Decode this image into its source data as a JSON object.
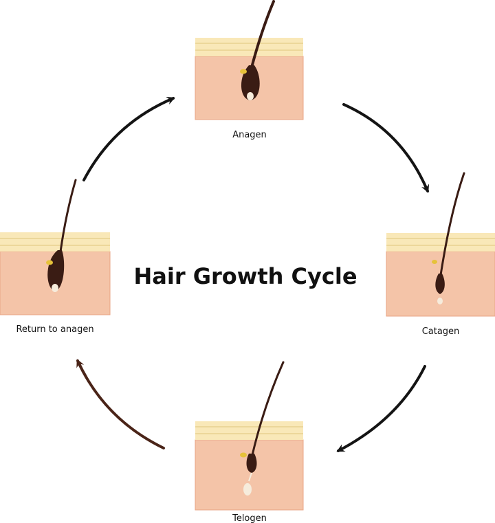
{
  "title": "Hair Growth Cycle",
  "stages": [
    {
      "id": "anagen",
      "label": "Anagen"
    },
    {
      "id": "catagen",
      "label": "Catagen"
    },
    {
      "id": "telogen",
      "label": "Telogen"
    },
    {
      "id": "return",
      "label": "Return to anagen"
    }
  ],
  "colors": {
    "skin": "#f4c4a8",
    "skin_border": "#e9a585",
    "epidermis": "#f9e8b8",
    "epidermis_stripe": "#ecd79a",
    "hair": "#3a1c14",
    "papilla": "#f6ecdc",
    "gland": "#e6c23a",
    "arrow_dark": "#141414",
    "arrow_brown": "#4a2418",
    "text": "#111111"
  }
}
